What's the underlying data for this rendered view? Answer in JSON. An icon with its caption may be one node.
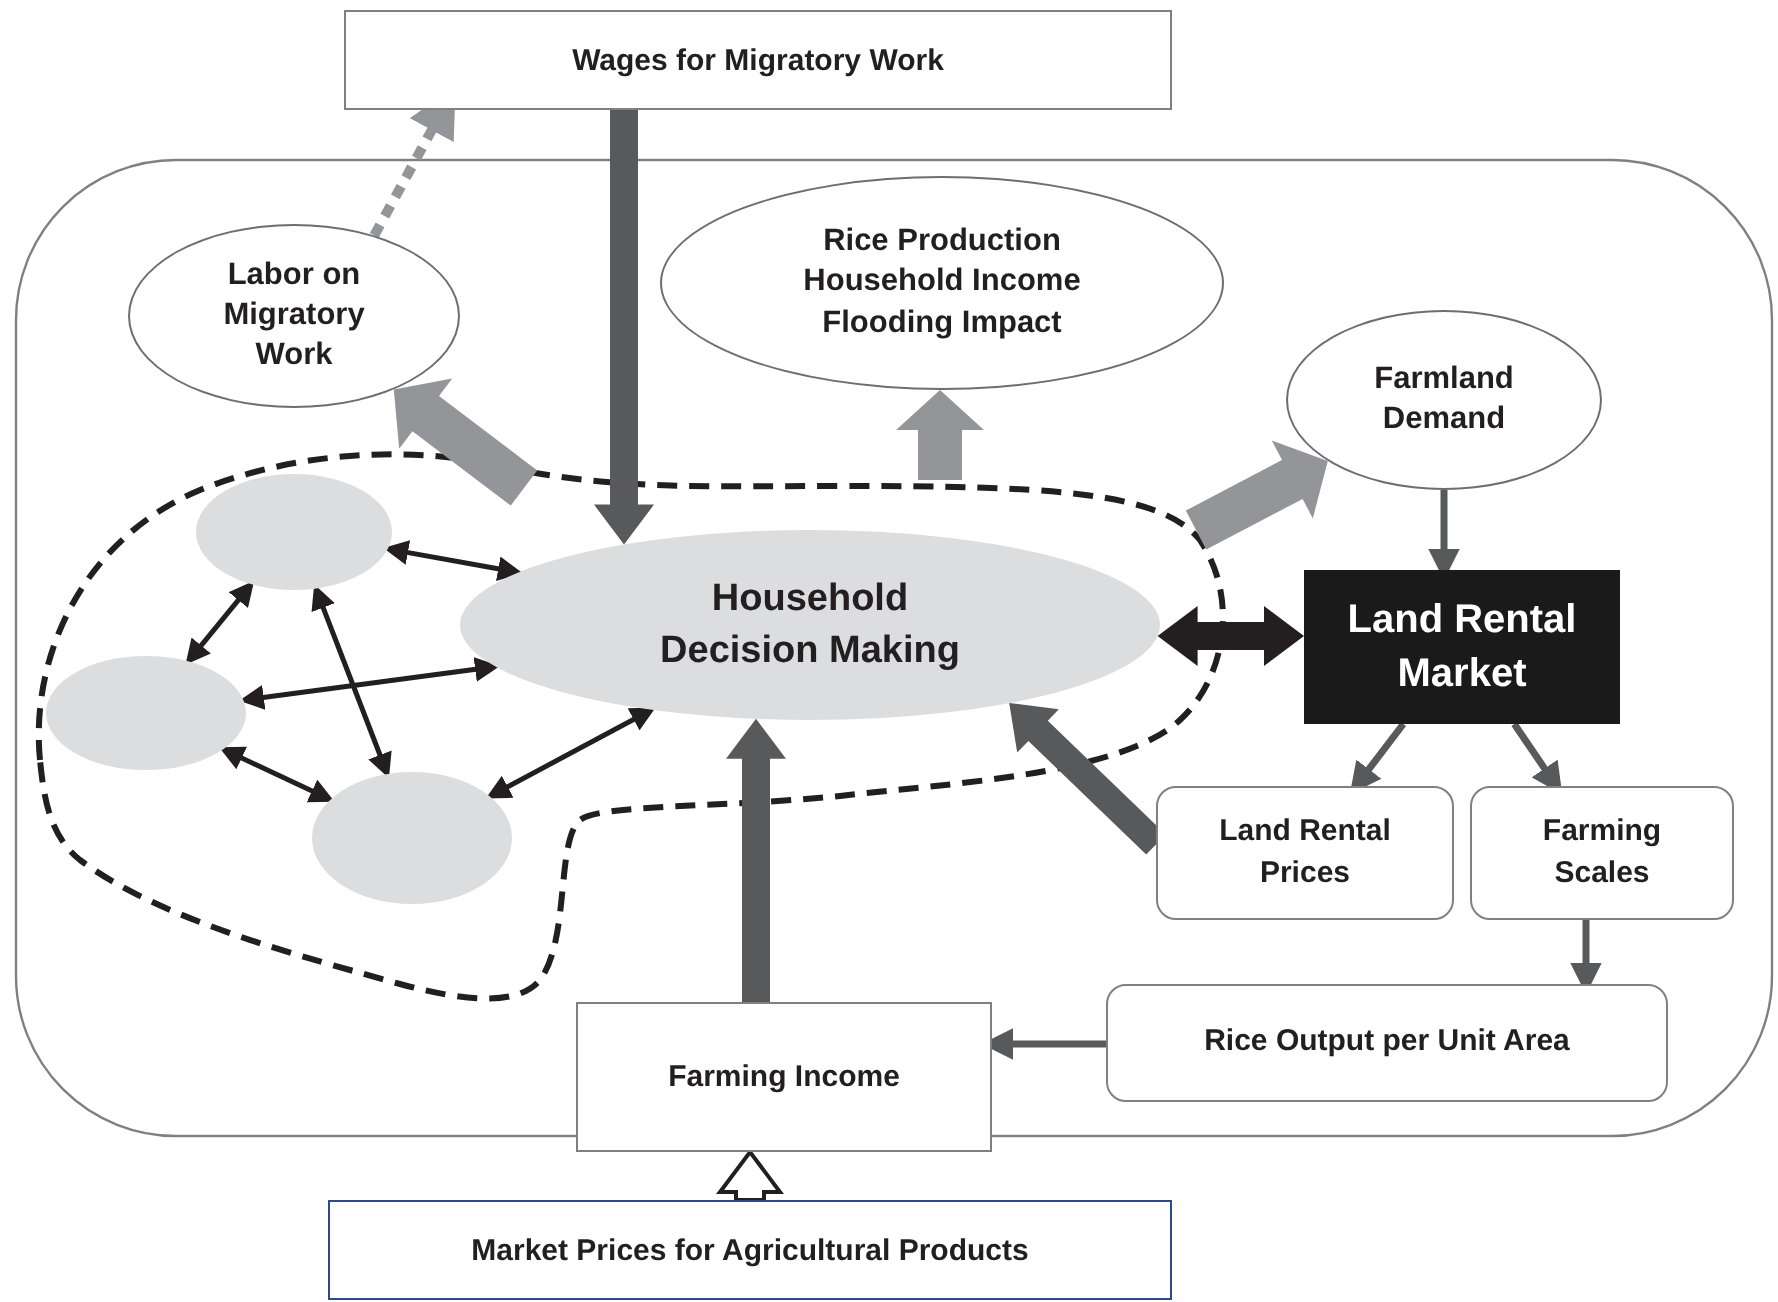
{
  "diagram": {
    "nodes": [
      {
        "text": [
          "Wages for Migratory Work"
        ]
      },
      {
        "text": [
          "Labor on Migratory Work"
        ]
      },
      {
        "text": [
          "Rice Production",
          "Household Income",
          "Flooding Impact"
        ]
      },
      {
        "text": [
          "Farmland Demand"
        ]
      },
      {
        "text": [
          "Household Decision Making"
        ]
      },
      {
        "text": [],
        "shape": "ellipse"
      },
      {
        "text": [],
        "shape": "ellipse"
      },
      {
        "text": [],
        "shape": "ellipse"
      },
      {
        "text": [
          "Land Rental Market"
        ]
      },
      {
        "text": [
          "Land Rental Prices"
        ]
      },
      {
        "text": [
          "Farming Scales"
        ]
      },
      {
        "text": [
          "Rice Output per Unit Area"
        ]
      },
      {
        "text": [
          "Farming Income"
        ]
      },
      {
        "text": [
          "Market Prices for Agricultural Products"
        ]
      }
    ],
    "edges": [
      {
        "from": 1,
        "to": 0,
        "arrow": "to",
        "style": "dashed",
        "color": "#939598"
      },
      {
        "from": 0,
        "to": 4,
        "arrow": "to",
        "style": "thick"
      },
      {
        "from": null,
        "to": 1,
        "arrow": "to",
        "style": "thick",
        "color": "#939598"
      },
      {
        "from": null,
        "to": 2,
        "arrow": "to",
        "style": "thick",
        "color": "#939598"
      },
      {
        "from": null,
        "to": 3,
        "arrow": "to",
        "style": "thick",
        "color": "#939598"
      },
      {
        "from": 3,
        "to": 8,
        "arrow": "to"
      },
      {
        "from": 4,
        "to": 8,
        "arrow": "both",
        "style": "thick",
        "color": "#231f20"
      },
      {
        "from": 8,
        "to": 9,
        "arrow": "to"
      },
      {
        "from": 8,
        "to": 10,
        "arrow": "to"
      },
      {
        "from": 10,
        "to": 11,
        "arrow": "to"
      },
      {
        "from": 11,
        "to": 12,
        "arrow": "to"
      },
      {
        "from": 9,
        "to": 4,
        "arrow": "to",
        "style": "thick"
      },
      {
        "from": 12,
        "to": 4,
        "arrow": "to",
        "style": "thick"
      },
      {
        "from": 13,
        "to": 12,
        "arrow": "to",
        "style": "thick",
        "color": "#ffffff"
      },
      {
        "from": 5,
        "to": 4,
        "arrow": "both",
        "color": "#231f20"
      },
      {
        "from": 5,
        "to": 6,
        "arrow": "both",
        "color": "#231f20"
      },
      {
        "from": 5,
        "to": 7,
        "arrow": "both",
        "color": "#231f20"
      },
      {
        "from": 6,
        "to": 4,
        "arrow": "both",
        "color": "#231f20"
      },
      {
        "from": 6,
        "to": 7,
        "arrow": "both",
        "color": "#231f20"
      },
      {
        "from": 7,
        "to": 4,
        "arrow": "both",
        "color": "#231f20"
      }
    ]
  }
}
